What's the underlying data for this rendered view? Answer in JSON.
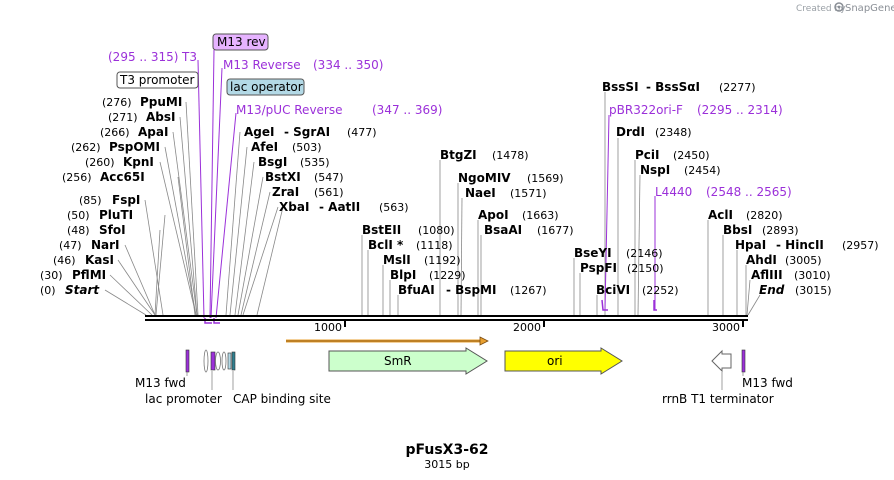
{
  "brand": {
    "prefix": "Created by",
    "name": "SnapGene"
  },
  "plasmid": {
    "name": "pFusX3-62",
    "length": "3015 bp"
  },
  "ruler": [
    "1000",
    "2000",
    "3000"
  ],
  "enzymes_left": [
    {
      "pos": "(276)",
      "name": "PpuMI"
    },
    {
      "pos": "(271)",
      "name": "AbsI"
    },
    {
      "pos": "(266)",
      "name": "ApaI"
    },
    {
      "pos": "(262)",
      "name": "PspOMI"
    },
    {
      "pos": "(260)",
      "name": "KpnI"
    },
    {
      "pos": "(256)",
      "name": "Acc65I"
    },
    {
      "pos": "(85)",
      "name": "FspI"
    },
    {
      "pos": "(50)",
      "name": "PluTI"
    },
    {
      "pos": "(48)",
      "name": "SfoI"
    },
    {
      "pos": "(47)",
      "name": "NarI"
    },
    {
      "pos": "(46)",
      "name": "KasI"
    },
    {
      "pos": "(30)",
      "name": "PflMI"
    },
    {
      "pos": "(0)",
      "name": "Start"
    }
  ],
  "enzymes_mid": [
    {
      "name": "AgeI",
      "extra": "- SgrAI",
      "pos": "(477)"
    },
    {
      "name": "AfeI",
      "extra": "",
      "pos": "(503)"
    },
    {
      "name": "BsgI",
      "extra": "",
      "pos": "(535)"
    },
    {
      "name": "BstXI",
      "extra": "",
      "pos": "(547)"
    },
    {
      "name": "ZraI",
      "extra": "",
      "pos": "(561)"
    },
    {
      "name": "XbaI",
      "extra": "- AatII",
      "pos": "(563)"
    }
  ],
  "enzymes_center": [
    {
      "name": "BtgZI",
      "pos": "(1478)"
    },
    {
      "name": "NgoMIV",
      "pos": "(1569)"
    },
    {
      "name": "NaeI",
      "pos": "(1571)"
    },
    {
      "name": "ApoI",
      "pos": "(1663)"
    },
    {
      "name": "BsaAI",
      "pos": "(1677)"
    },
    {
      "name": "BstEII",
      "pos": "(1080)"
    },
    {
      "name": "BclI *",
      "pos": "(1118)"
    },
    {
      "name": "MslI",
      "pos": "(1192)"
    },
    {
      "name": "BlpI",
      "pos": "(1229)"
    },
    {
      "name": "BfuAI",
      "extra": "- BspMI",
      "pos": "(1267)"
    }
  ],
  "enzymes_right": [
    {
      "name": "BssSI",
      "extra": "- BssSαI",
      "pos": "(2277)"
    },
    {
      "name": "DrdI",
      "pos": "(2348)"
    },
    {
      "name": "PciI",
      "pos": "(2450)"
    },
    {
      "name": "NspI",
      "pos": "(2454)"
    },
    {
      "name": "BseYI",
      "pos": "(2146)"
    },
    {
      "name": "PspFI",
      "pos": "(2150)"
    },
    {
      "name": "BciVI",
      "pos": "(2252)"
    },
    {
      "name": "AclI",
      "pos": "(2820)"
    },
    {
      "name": "BbsI",
      "pos": "(2893)"
    },
    {
      "name": "HpaI",
      "extra": "- HincII",
      "pos": "(2957)"
    },
    {
      "name": "AhdI",
      "pos": "(3005)"
    },
    {
      "name": "AflIII",
      "pos": "(3010)"
    },
    {
      "name": "End",
      "pos": "(3015)"
    }
  ],
  "primers": [
    {
      "range": "(295 .. 315)",
      "name": "T3"
    },
    {
      "name": "M13 rev"
    },
    {
      "name": "M13 Reverse",
      "range": "(334 .. 350)"
    },
    {
      "name": "M13/pUC Reverse",
      "range": "(347 .. 369)"
    },
    {
      "name": "pBR322ori-F",
      "range": "(2295 .. 2314)"
    },
    {
      "name": "L4440",
      "range": "(2548 .. 2565)"
    }
  ],
  "boxed": {
    "t3_promoter": "T3 promoter",
    "lac_operator": "lac operator"
  },
  "features": {
    "smr": "SmR",
    "ori": "ori",
    "m13_fwd_left": "M13 fwd",
    "lac_promoter": "lac promoter",
    "cap_site": "CAP binding site",
    "rrnb": "rrnB T1 terminator",
    "m13_fwd_right": "M13 fwd"
  },
  "colors": {
    "primer": "#9b30d9",
    "smr_fill": "#ccffcc",
    "ori_fill": "#ffff00",
    "orange_arrow": "#e8a030",
    "m13rev_fill": "#e6b3ff",
    "lacop_fill": "#b3d9e6"
  }
}
